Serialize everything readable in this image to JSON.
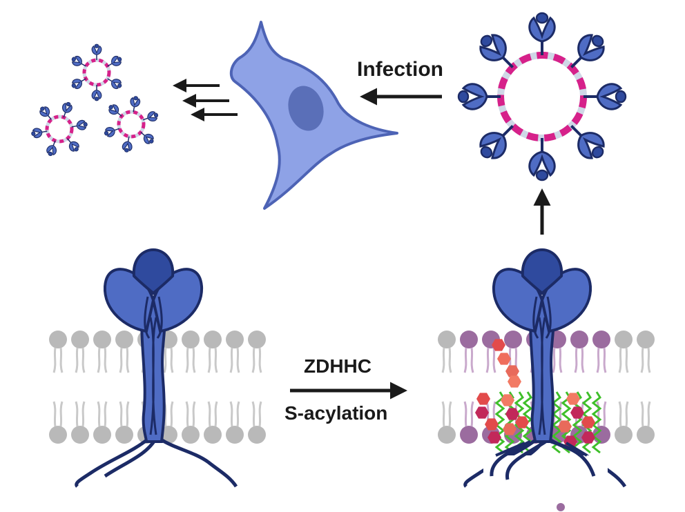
{
  "labels": {
    "infection": "Infection",
    "enzyme": "ZDHHC",
    "process": "S-acylation"
  },
  "colors": {
    "spike_fill": "#4f6cc4",
    "spike_dark": "#2f4a9e",
    "outline": "#1c2b66",
    "virus_ring_magenta": "#d6218a",
    "virus_ring_light": "#cfd7e6",
    "cell_fill": "#8ea2e6",
    "nucleus": "#5a6fb8",
    "membrane_gray": "#b9b9b9",
    "membrane_purple": "#9b6c9f",
    "hexagon_red": "#e24b4b",
    "hexagon_dark": "#c2285a",
    "acyl_chain_green": "#3fbf2a",
    "arrow": "#1a1a1a"
  }
}
